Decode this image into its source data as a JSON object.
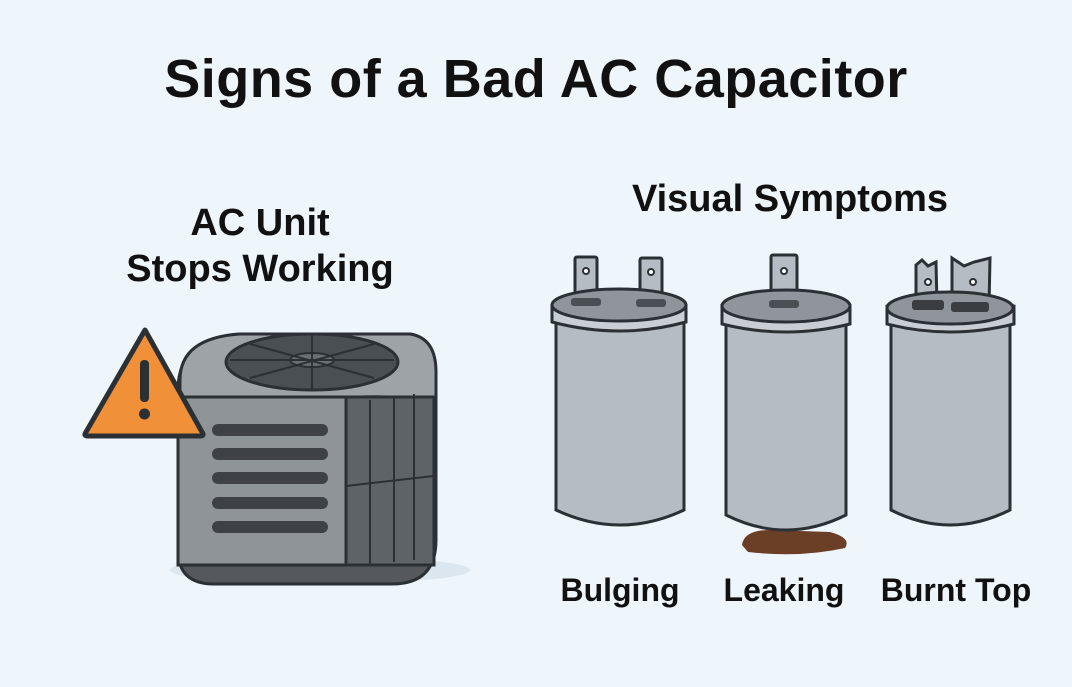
{
  "title": "Signs of a Bad AC Capacitor",
  "left_panel": {
    "caption_line1": "AC Unit",
    "caption_line2": "Stops Working",
    "icons": [
      "warning-icon",
      "ac-unit-icon"
    ]
  },
  "right_panel": {
    "caption": "Visual Symptoms",
    "items": [
      {
        "label": "Bulging"
      },
      {
        "label": "Leaking"
      },
      {
        "label": "Burnt Top"
      }
    ]
  },
  "colors": {
    "background": "#eef5fb",
    "warning": "#f0913a",
    "outline": "#2b3035",
    "capacitor": "#b6bcc3",
    "leak": "#6b3f26"
  }
}
